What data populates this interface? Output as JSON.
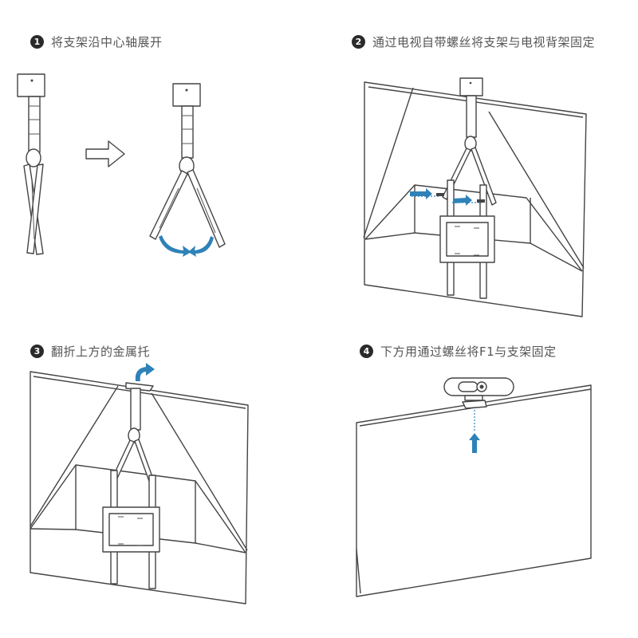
{
  "steps": [
    {
      "number": "1",
      "text": "将支架沿中心轴展开"
    },
    {
      "number": "2",
      "text": "通过电视自带螺丝将支架与电视背架固定"
    },
    {
      "number": "3",
      "text": "翻折上方的金属托"
    },
    {
      "number": "4",
      "text": "下方用通过螺丝将F1与支架固定"
    }
  ],
  "colors": {
    "arrow_accent": "#2f82b8",
    "line": "#444444",
    "badge": "#2a2a2a"
  }
}
